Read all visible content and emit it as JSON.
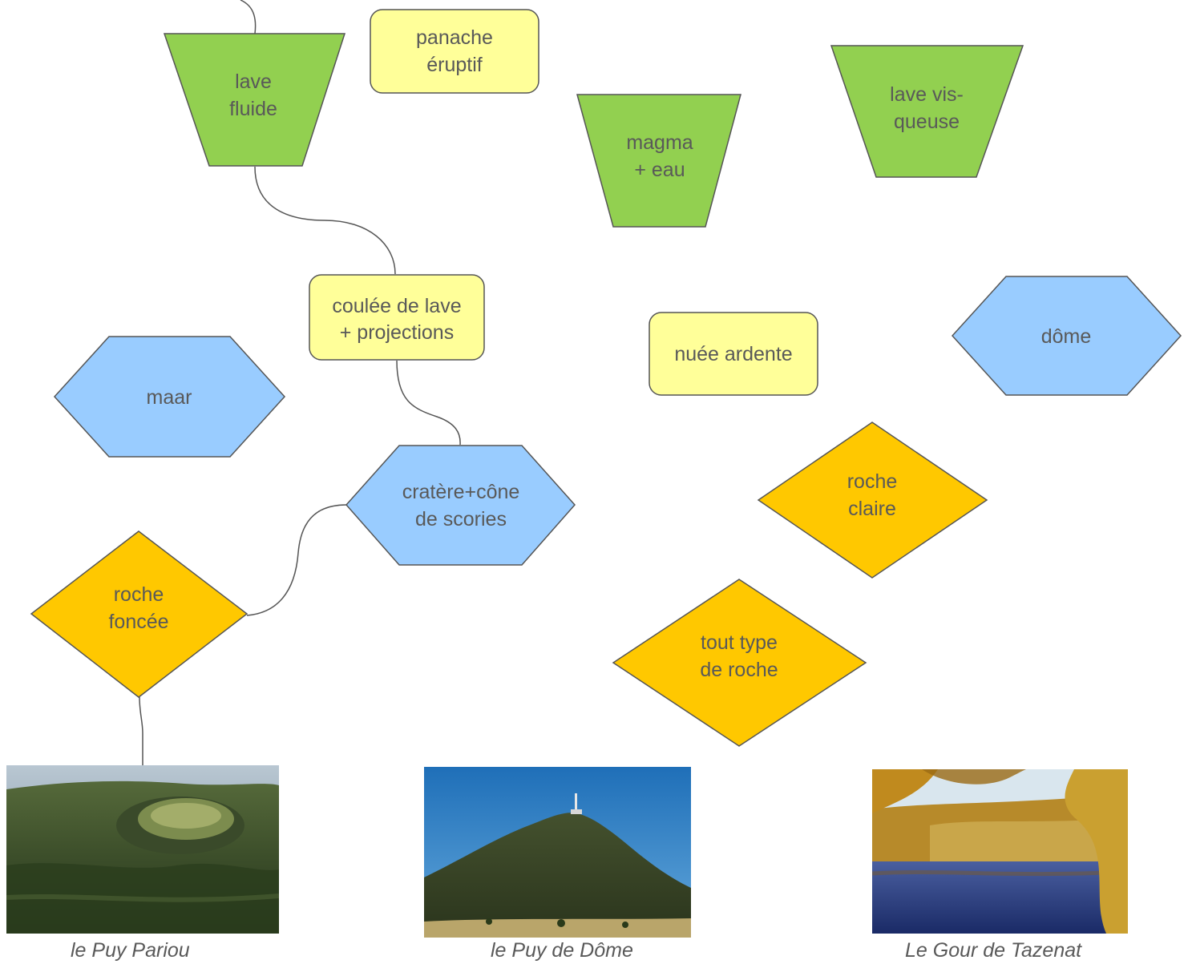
{
  "colors": {
    "green": "#92d050",
    "yellow": "#ffff99",
    "blue": "#99ccff",
    "orange": "#ffc800",
    "stroke": "#555555",
    "text": "#595959"
  },
  "nodes": {
    "lave_fluide": {
      "lines": [
        "lave",
        "fluide"
      ],
      "shape": "trapezoid",
      "color": "green"
    },
    "panache": {
      "lines": [
        "panache",
        "éruptif"
      ],
      "shape": "rounded-rect",
      "color": "yellow"
    },
    "magma_eau": {
      "lines": [
        "magma",
        "+ eau"
      ],
      "shape": "trapezoid",
      "color": "green"
    },
    "lave_visqueuse": {
      "lines": [
        "lave vis-",
        "queuse"
      ],
      "shape": "trapezoid",
      "color": "green"
    },
    "coulee": {
      "lines": [
        "coulée de lave",
        "+ projections"
      ],
      "shape": "rounded-rect",
      "color": "yellow"
    },
    "nuee": {
      "lines": [
        "nuée ardente"
      ],
      "shape": "rounded-rect",
      "color": "yellow"
    },
    "dome": {
      "lines": [
        "dôme"
      ],
      "shape": "hexagon",
      "color": "blue"
    },
    "maar": {
      "lines": [
        "maar"
      ],
      "shape": "hexagon",
      "color": "blue"
    },
    "cratere": {
      "lines": [
        "cratère+cône",
        "de scories"
      ],
      "shape": "hexagon",
      "color": "blue"
    },
    "roche_claire": {
      "lines": [
        "roche",
        "claire"
      ],
      "shape": "diamond",
      "color": "orange"
    },
    "roche_foncee": {
      "lines": [
        "roche",
        "foncée"
      ],
      "shape": "diamond",
      "color": "orange"
    },
    "tout_type": {
      "lines": [
        "tout type",
        "de roche"
      ],
      "shape": "diamond",
      "color": "orange"
    }
  },
  "photos": [
    {
      "caption": "le Puy Pariou",
      "subject": "crater-cone-aerial-photo"
    },
    {
      "caption": "le Puy de Dôme",
      "subject": "dome-mountain-photo"
    },
    {
      "caption": "Le Gour de Tazenat",
      "subject": "maar-lake-photo"
    }
  ]
}
